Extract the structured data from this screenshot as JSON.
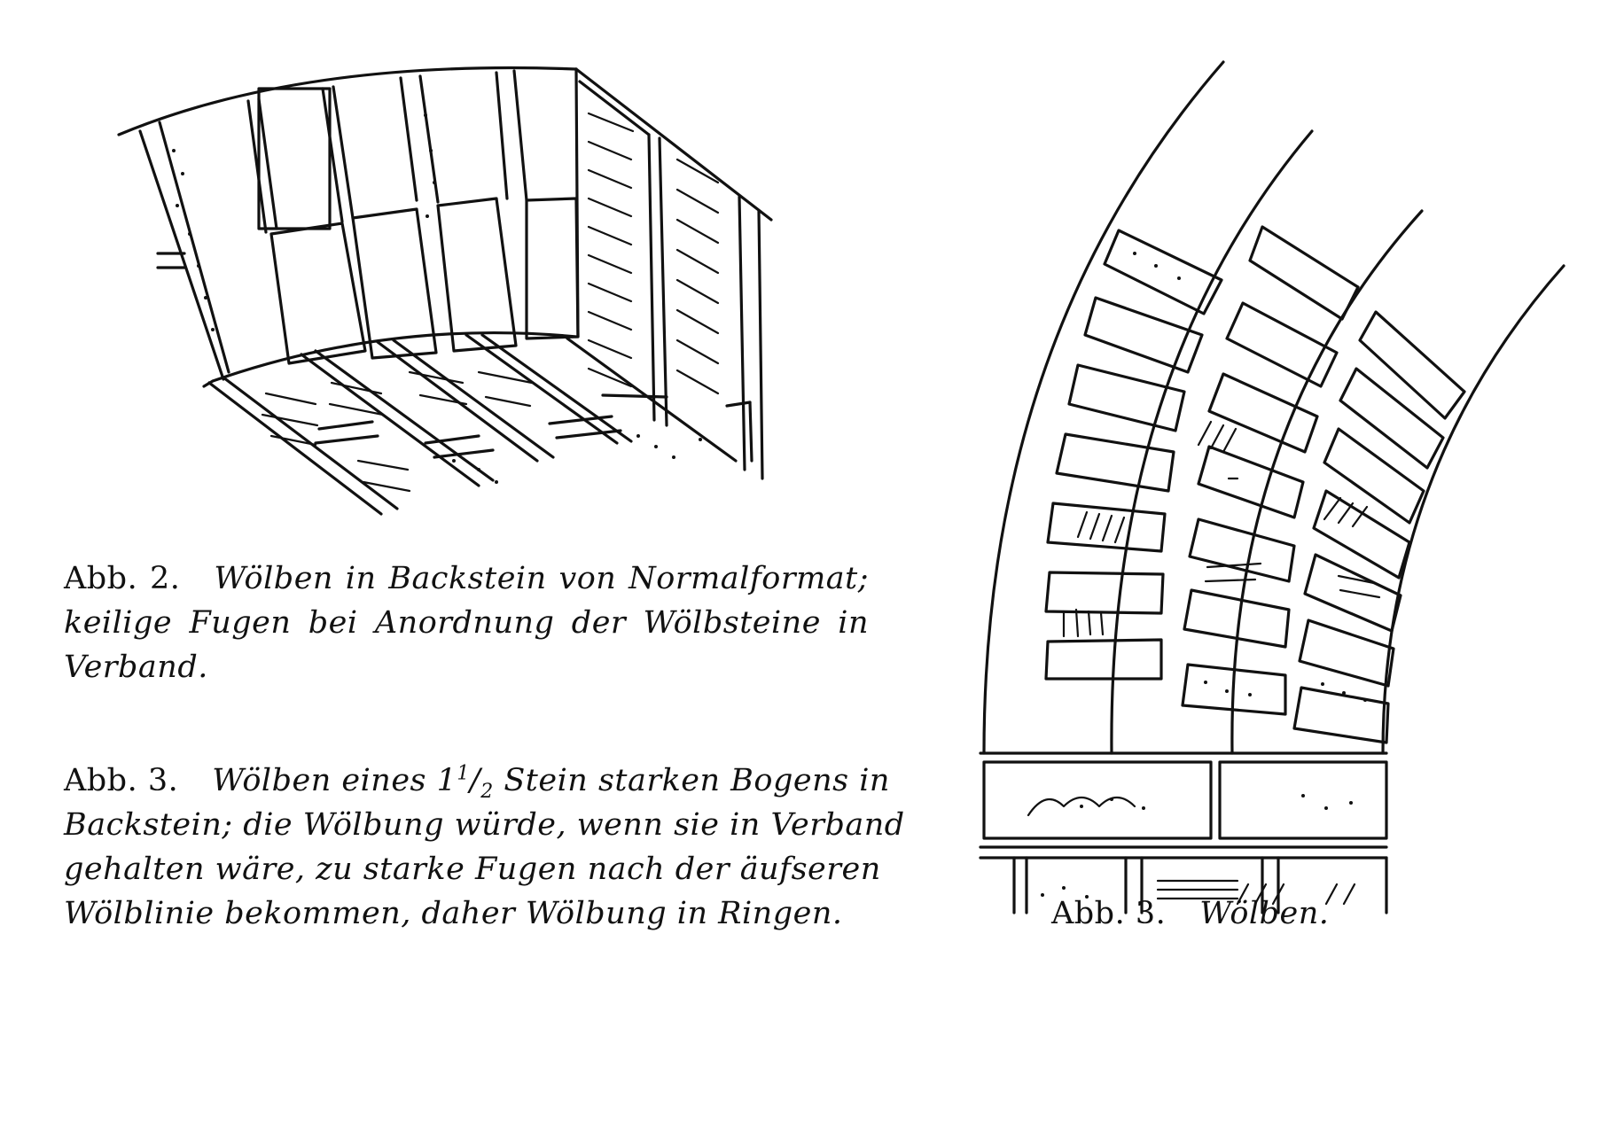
{
  "figure_2": {
    "caption_label": "Abb. 2.",
    "caption_lines": [
      "Wölben in Backstein von Normalformat;",
      "keilige Fugen bei Anordnung der Wölbsteine in",
      "Verband."
    ]
  },
  "figure_3_text": {
    "caption_label": "Abb. 3.",
    "line1_pre": "Wölben eines 1",
    "line1_sup": "1",
    "line1_slash": "/",
    "line1_sub": "2",
    "line1_post": " Stein starken Bogens in",
    "caption_lines_rest": [
      "Backstein; die Wölbung würde, wenn sie in Verband",
      "gehalten wäre, zu starke Fugen nach der äufseren",
      "Wölblinie bekommen, daher Wölbung in Ringen."
    ]
  },
  "figure_3": {
    "caption_label": "Abb. 3.",
    "caption_title": "Wölben."
  }
}
